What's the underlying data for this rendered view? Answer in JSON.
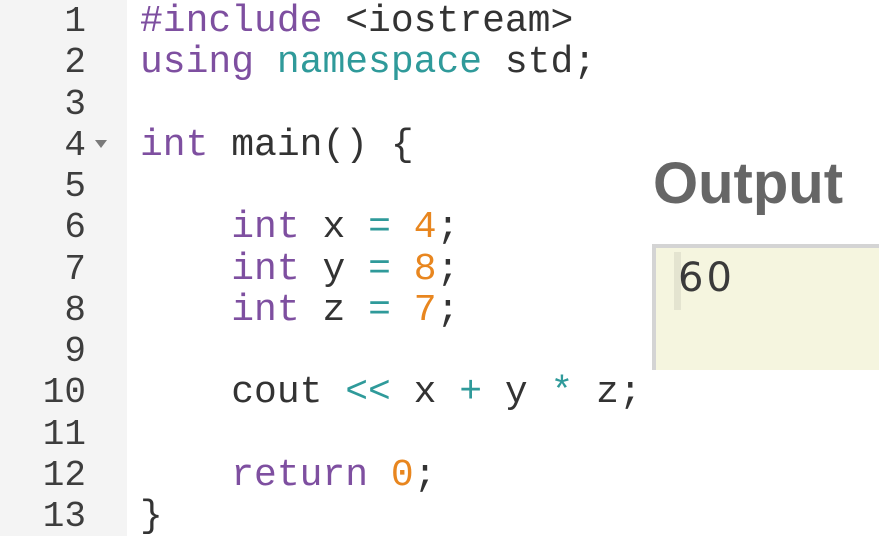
{
  "editor": {
    "lines": [
      {
        "number": "1",
        "tokens": [
          {
            "t": "#include",
            "c": "kw"
          },
          {
            "t": " <iostream>",
            "c": "tx"
          }
        ]
      },
      {
        "number": "2",
        "tokens": [
          {
            "t": "using",
            "c": "kw"
          },
          {
            "t": " ",
            "c": "tx"
          },
          {
            "t": "namespace",
            "c": "ns"
          },
          {
            "t": " std;",
            "c": "tx"
          }
        ]
      },
      {
        "number": "3",
        "tokens": []
      },
      {
        "number": "4",
        "fold": true,
        "tokens": [
          {
            "t": "int",
            "c": "ty"
          },
          {
            "t": " main() {",
            "c": "tx"
          }
        ]
      },
      {
        "number": "5",
        "tokens": []
      },
      {
        "number": "6",
        "tokens": [
          {
            "t": "    ",
            "c": "tx"
          },
          {
            "t": "int",
            "c": "ty"
          },
          {
            "t": " x ",
            "c": "tx"
          },
          {
            "t": "=",
            "c": "op"
          },
          {
            "t": " ",
            "c": "tx"
          },
          {
            "t": "4",
            "c": "num"
          },
          {
            "t": ";",
            "c": "tx"
          }
        ]
      },
      {
        "number": "7",
        "tokens": [
          {
            "t": "    ",
            "c": "tx"
          },
          {
            "t": "int",
            "c": "ty"
          },
          {
            "t": " y ",
            "c": "tx"
          },
          {
            "t": "=",
            "c": "op"
          },
          {
            "t": " ",
            "c": "tx"
          },
          {
            "t": "8",
            "c": "num"
          },
          {
            "t": ";",
            "c": "tx"
          }
        ]
      },
      {
        "number": "8",
        "tokens": [
          {
            "t": "    ",
            "c": "tx"
          },
          {
            "t": "int",
            "c": "ty"
          },
          {
            "t": " z ",
            "c": "tx"
          },
          {
            "t": "=",
            "c": "op"
          },
          {
            "t": " ",
            "c": "tx"
          },
          {
            "t": "7",
            "c": "num"
          },
          {
            "t": ";",
            "c": "tx"
          }
        ]
      },
      {
        "number": "9",
        "tokens": []
      },
      {
        "number": "10",
        "tokens": [
          {
            "t": "    cout ",
            "c": "tx"
          },
          {
            "t": "<<",
            "c": "op"
          },
          {
            "t": " x ",
            "c": "tx"
          },
          {
            "t": "+",
            "c": "op"
          },
          {
            "t": " y ",
            "c": "tx"
          },
          {
            "t": "*",
            "c": "op"
          },
          {
            "t": " z;",
            "c": "tx"
          }
        ]
      },
      {
        "number": "11",
        "tokens": []
      },
      {
        "number": "12",
        "tokens": [
          {
            "t": "    ",
            "c": "tx"
          },
          {
            "t": "return",
            "c": "kw"
          },
          {
            "t": " ",
            "c": "tx"
          },
          {
            "t": "0",
            "c": "num"
          },
          {
            "t": ";",
            "c": "tx"
          }
        ]
      },
      {
        "number": "13",
        "tokens": [
          {
            "t": "}",
            "c": "tx"
          }
        ]
      }
    ],
    "colors": {
      "keyword": "#7e4fa0",
      "namespace_operator": "#2f9a9a",
      "number": "#e8861f",
      "text": "#333333",
      "gutter_bg": "#f4f4f4"
    }
  },
  "output": {
    "title": "Output",
    "value": "60",
    "bg_color": "#f5f5df"
  }
}
